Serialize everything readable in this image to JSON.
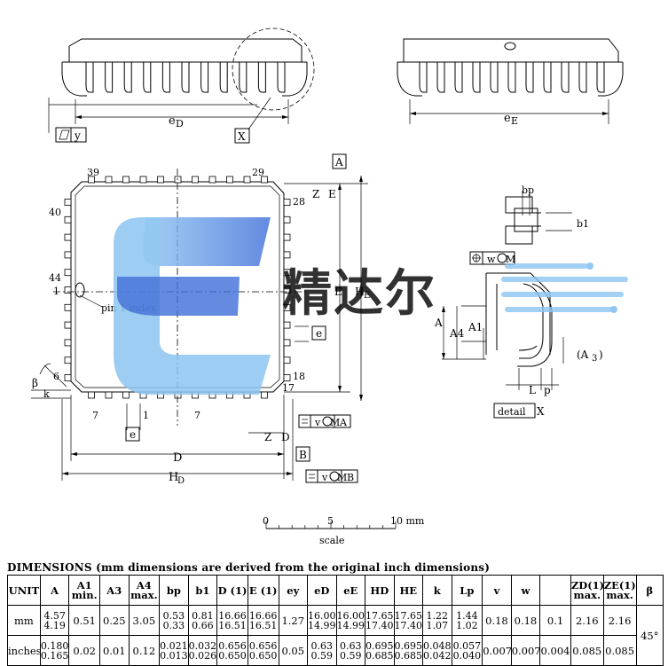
{
  "labels": {
    "side_view_left_dim": "e",
    "side_view_left_dim_sub": "D",
    "side_view_right_dim": "e",
    "side_view_right_dim_sub": "E",
    "flatness_symbol": "y",
    "detail_ref": "X",
    "pin_39": "39",
    "pin_29": "29",
    "pin_28": "28",
    "pin_40": "40",
    "pin_44": "44",
    "pin_1": "1",
    "pin_6": "6",
    "pin_7_left": "7",
    "pin_1_bottom": "1",
    "pin_7_right": "7",
    "pin_18": "18",
    "pin_17": "17",
    "pin1_index": "pin 1 index",
    "datum_a": "A",
    "datum_b": "B",
    "z_e": "Z",
    "e_top": "E",
    "e_right": "E",
    "he_right": "H",
    "he_sub": "E",
    "e_pitch_right": "e",
    "e_pitch_bottom": "e",
    "beta": "β",
    "k_label": "k",
    "z_d": "Z",
    "d_right": "D",
    "d_label": "D",
    "hd_label": "H",
    "hd_sub": "D",
    "tol_v_ma_1": "v",
    "tol_v_ma_2": "M",
    "tol_v_ma_3": "A",
    "tol_v_mb_1": "v",
    "tol_v_mb_2": "M",
    "tol_v_mb_3": "B",
    "tol_w_m_1": "w",
    "tol_w_m_2": "M",
    "bp_label": "bp",
    "b1_label": "b1",
    "a_label": "A",
    "a4_label": "A4",
    "a1_label": "A1",
    "a3_label": "(A",
    "a3_sub": "3",
    "a3_close": ")",
    "l_label": "L",
    "p_label": "p",
    "detail_label": "detail",
    "detail_x": "X",
    "scale_0": "0",
    "scale_5": "5",
    "scale_10": "10  mm",
    "scale_word": "scale"
  },
  "watermark": {
    "text": "精达尔",
    "colors": {
      "blue_light": "#8ec5f2",
      "blue_dark": "#3f6fd8",
      "text_gray": "#7a7a7a"
    }
  },
  "dimensions": {
    "title": "DIMENSIONS (mm dimensions are derived from the original inch dimensions)",
    "header": [
      {
        "main": "UNIT",
        "sub": ""
      },
      {
        "main": "A",
        "sub": ""
      },
      {
        "main": "A1",
        "sub": "min."
      },
      {
        "main": "A3",
        "sub": ""
      },
      {
        "main": "A4",
        "sub": "max."
      },
      {
        "main": "bp",
        "sub": ""
      },
      {
        "main": "b1",
        "sub": ""
      },
      {
        "main": "D (1)",
        "sub": ""
      },
      {
        "main": "E (1)",
        "sub": ""
      },
      {
        "main": "ey",
        "sub": ""
      },
      {
        "main": "eD",
        "sub": ""
      },
      {
        "main": "eE",
        "sub": ""
      },
      {
        "main": "HD",
        "sub": ""
      },
      {
        "main": "HE",
        "sub": ""
      },
      {
        "main": "k",
        "sub": ""
      },
      {
        "main": "Lp",
        "sub": ""
      },
      {
        "main": "v",
        "sub": ""
      },
      {
        "main": "w",
        "sub": ""
      },
      {
        "main": "",
        "sub": ""
      },
      {
        "main": "ZD(1)",
        "sub": "max."
      },
      {
        "main": "ZE(1)",
        "sub": "max."
      },
      {
        "main": "β",
        "sub": ""
      }
    ],
    "rows": [
      {
        "unit": "mm",
        "cells": [
          [
            "4.57",
            "4.19"
          ],
          [
            "0.51"
          ],
          [
            "0.25"
          ],
          [
            "3.05"
          ],
          [
            "0.53",
            "0.33"
          ],
          [
            "0.81",
            "0.66"
          ],
          [
            "16.66",
            "16.51"
          ],
          [
            "16.66",
            "16.51"
          ],
          [
            "1.27"
          ],
          [
            "16.00",
            "14.99"
          ],
          [
            "16.00",
            "14.99"
          ],
          [
            "17.65",
            "17.40"
          ],
          [
            "17.65",
            "17.40"
          ],
          [
            "1.22",
            "1.07"
          ],
          [
            "1.44",
            "1.02"
          ],
          [
            "0.18"
          ],
          [
            "0.18"
          ],
          [
            "0.1"
          ],
          [
            "2.16"
          ],
          [
            "2.16"
          ]
        ]
      },
      {
        "unit": "inches",
        "cells": [
          [
            "0.180",
            "0.165"
          ],
          [
            "0.02"
          ],
          [
            "0.01"
          ],
          [
            "0.12"
          ],
          [
            "0.021",
            "0.013"
          ],
          [
            "0.032",
            "0.026"
          ],
          [
            "0.656",
            "0.650"
          ],
          [
            "0.656",
            "0.650"
          ],
          [
            "0.05"
          ],
          [
            "0.63",
            "0.59"
          ],
          [
            "0.63",
            "0.59"
          ],
          [
            "0.695",
            "0.685"
          ],
          [
            "0.695",
            "0.685"
          ],
          [
            "0.048",
            "0.042"
          ],
          [
            "0.057",
            "0.040"
          ],
          [
            "0.007"
          ],
          [
            "0.007"
          ],
          [
            "0.004"
          ],
          [
            "0.085"
          ],
          [
            "0.085"
          ]
        ]
      }
    ],
    "beta_value": "45°"
  }
}
